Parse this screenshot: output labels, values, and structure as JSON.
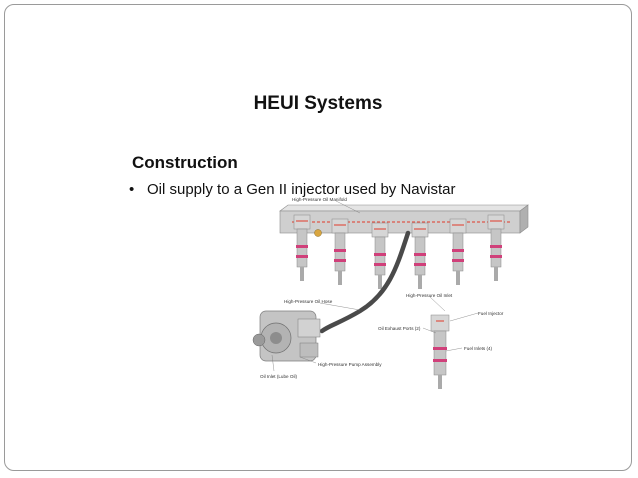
{
  "slide": {
    "title": "HEUI Systems",
    "heading": "Construction",
    "bullet_marker": "•",
    "bullet_text": "Oil supply to a Gen II injector used by Navistar"
  },
  "figure": {
    "labels": {
      "manifold": "High-Pressure Oil Manifold",
      "hose": "High-Pressure Oil Hose",
      "oil_inlet_hp": "High-Pressure Oil Inlet",
      "fuel_injector": "Fuel Injector",
      "exhaust_ports": "Oil Exhaust Ports (2)",
      "fuel_inlets": "Fuel Inlets (4)",
      "pump": "High-Pressure Pump Assembly",
      "oil_inlet_lube": "Oil Inlet (Lube Oil)"
    },
    "colors": {
      "metal": "#c9c9c9",
      "metal_dark": "#8d8d8d",
      "seal": "#d0407a",
      "arrow": "#e03a2a",
      "hose": "#4a4a4a",
      "fitting": "#d9a640"
    }
  }
}
